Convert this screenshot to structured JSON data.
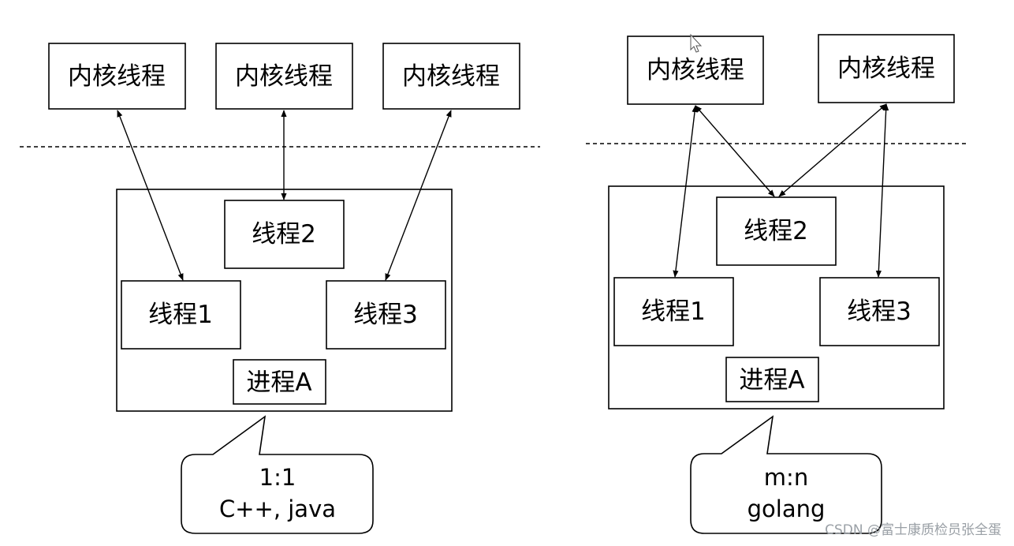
{
  "left_model": {
    "kernel_threads": [
      "内核线程",
      "内核线程",
      "内核线程"
    ],
    "user_threads": [
      "线程2",
      "线程1",
      "线程3"
    ],
    "process_label": "进程A",
    "note_lines": [
      "1:1",
      "C++, java"
    ]
  },
  "right_model": {
    "kernel_threads": [
      "内核线程",
      "内核线程"
    ],
    "user_threads": [
      "线程2",
      "线程1",
      "线程3"
    ],
    "process_label": "进程A",
    "note_lines": [
      "m:n",
      "golang"
    ]
  },
  "watermark": "CSDN @富士康质检员张全蛋",
  "colors": {
    "stroke": "#000000",
    "background": "#ffffff",
    "watermark": "#9aa0a6"
  }
}
